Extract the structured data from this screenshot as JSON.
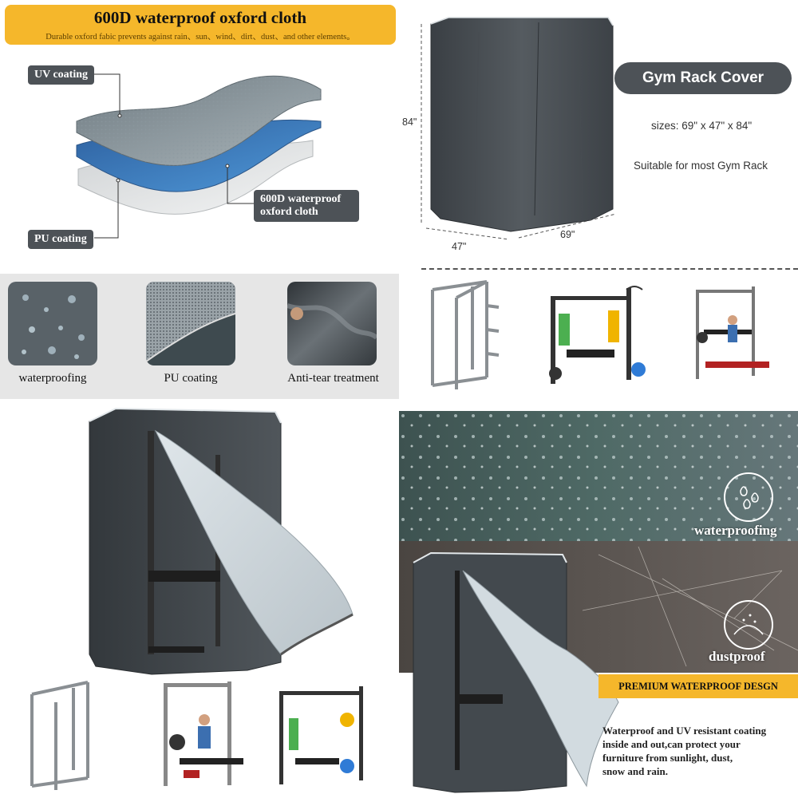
{
  "layers_panel": {
    "title": "600D waterproof oxford cloth",
    "subtitle": "Durable oxford fabic prevents against rain、sun、wind、dirt、dust、and other elements。",
    "uv_label": "UV coating",
    "oxford_label_line1": "600D waterproof",
    "oxford_label_line2": "oxford cloth",
    "pu_label": "PU coating",
    "colors": {
      "banner": "#f5b72b",
      "label_bg": "#4d5257",
      "accent_blue": "#3f84c9"
    }
  },
  "dims_panel": {
    "product_name": "Gym Rack Cover",
    "sizes": "sizes: 69\" x 47\" x 84\"",
    "suitable": "Suitable for most Gym Rack",
    "height": "84\"",
    "depth": "47\"",
    "width": "69\""
  },
  "features": [
    {
      "label": "waterproofing",
      "icon": "water-drops-icon"
    },
    {
      "label": "PU coating",
      "icon": "mesh-texture-icon"
    },
    {
      "label": "Anti-tear treatment",
      "icon": "fabric-fold-icon"
    }
  ],
  "rain_panel": {
    "waterproofing_label": "waterproofing",
    "dustproof_label": "dustproof",
    "premium_title": "PREMIUM WATERPROOF DESGN",
    "premium_line1": "Waterproof and UV resistant coating",
    "premium_line2": "inside and out,can protect your",
    "premium_line3": "furniture from sunlight, dust,",
    "premium_line4": "snow and rain."
  }
}
